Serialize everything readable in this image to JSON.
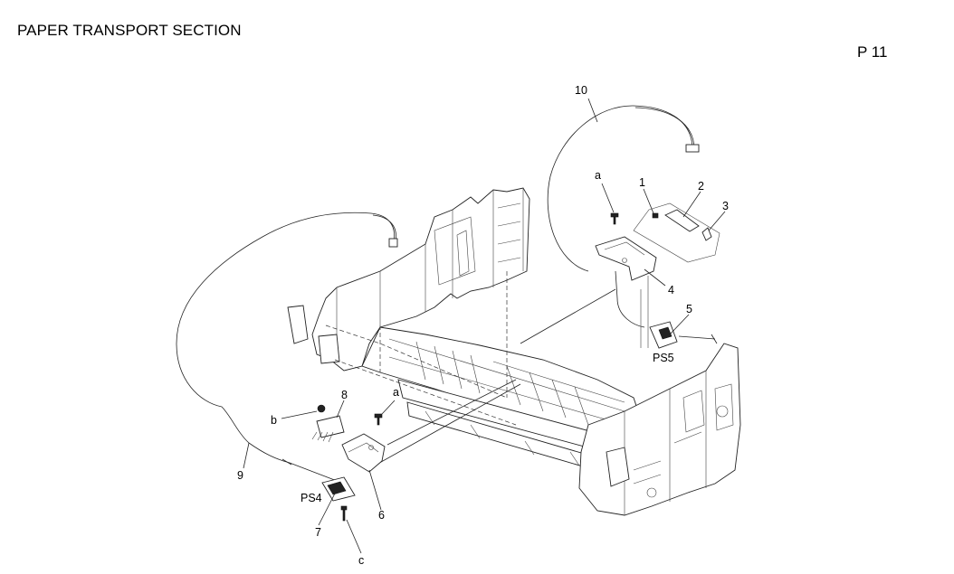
{
  "header": {
    "section_title": "PAPER TRANSPORT SECTION",
    "page_number": "P 11"
  },
  "callouts": {
    "c1": "1",
    "c2": "2",
    "c3": "3",
    "c4": "4",
    "c5": "5",
    "c6": "6",
    "c7": "7",
    "c8": "8",
    "c9": "9",
    "c10": "10",
    "a_top": "a",
    "a_mid": "a",
    "b": "b",
    "c": "c",
    "ps4": "PS4",
    "ps5": "PS5"
  }
}
